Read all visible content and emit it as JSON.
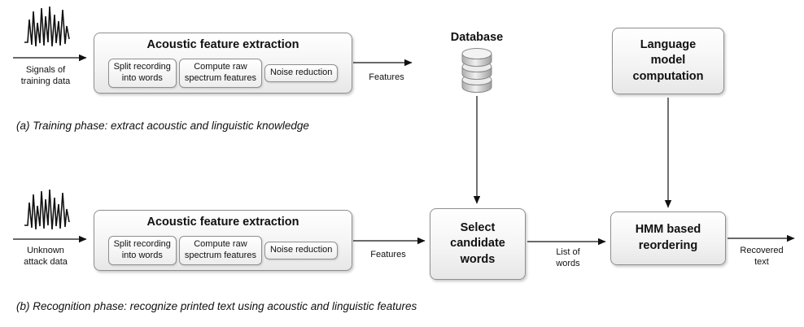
{
  "diagram": {
    "phase_a": {
      "source_label": "Signals of\ntraining data",
      "extraction": {
        "title": "Acoustic feature extraction",
        "steps": [
          "Split recording\ninto words",
          "Compute raw\nspectrum features",
          "Noise reduction"
        ]
      },
      "features_label": "Features",
      "database_label": "Database",
      "language_model_label": "Language\nmodel\ncomputation",
      "caption": "(a) Training phase: extract acoustic and linguistic knowledge"
    },
    "phase_b": {
      "source_label": "Unknown\nattack data",
      "extraction": {
        "title": "Acoustic feature extraction",
        "steps": [
          "Split recording\ninto words",
          "Compute raw\nspectrum features",
          "Noise reduction"
        ]
      },
      "features_label": "Features",
      "select_candidate_label": "Select\ncandidate\nwords",
      "list_of_words_label": "List of\nwords",
      "hmm_label": "HMM based\nreordering",
      "recovered_text_label": "Recovered\ntext",
      "caption": "(b) Recognition phase: recognize printed text using acoustic and linguistic features"
    }
  }
}
